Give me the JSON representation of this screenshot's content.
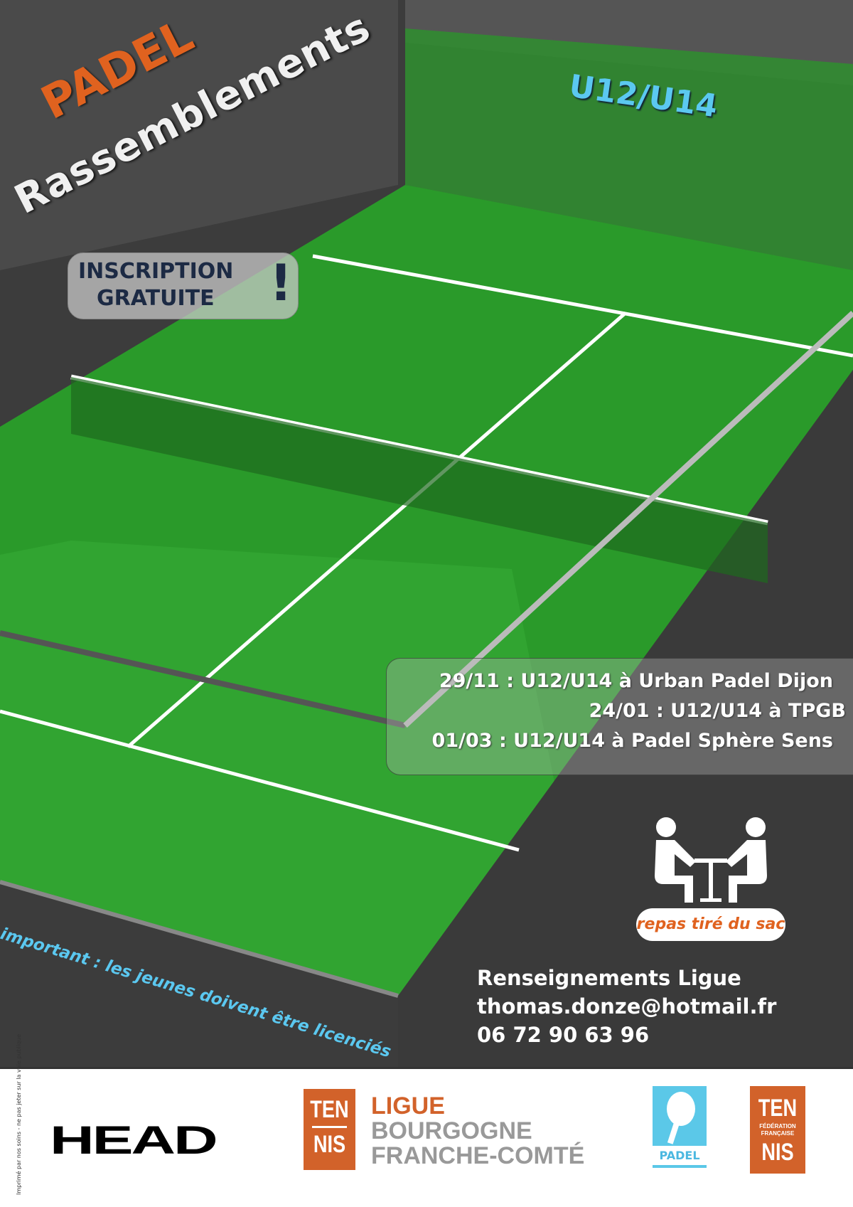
{
  "title": {
    "line1": "PADEL",
    "line2": "Rassemblements"
  },
  "category": "U12/U14",
  "badge": {
    "line1": "INSCRIPTION",
    "line2": "GRATUITE",
    "mark": "!"
  },
  "events": [
    "29/11 : U12/U14 à Urban Padel Dijon",
    "24/01 : U12/U14 à TPGB",
    "01/03 : U12/U14 à Padel Sphère Sens"
  ],
  "meal": {
    "label": "repas tiré du sac",
    "icon": "people-at-table-icon"
  },
  "contact": {
    "heading": "Renseignements Ligue",
    "email": "thomas.donze@hotmail.fr",
    "phone": "06 72 90 63 96"
  },
  "notice": "important : les jeunes doivent être licenciés",
  "footer": {
    "print_note": "Imprimé par nos soins - ne pas jeter sur la voie publique",
    "head_logo": "HEAD",
    "ligue_box": {
      "top": "TEN",
      "bottom": "NIS"
    },
    "ligue": {
      "line1": "LIGUE",
      "line2": "BOURGOGNE",
      "line3": "FRANCHE-COMTÉ"
    },
    "padel_logo": "PADEL",
    "fft": {
      "top": "TEN",
      "middle": "FÉDÉRATION FRANÇAISE",
      "bottom": "NIS"
    }
  },
  "colors": {
    "orange": "#e0621f",
    "blue": "#5bc8f0",
    "green": "#2f9a2f"
  }
}
